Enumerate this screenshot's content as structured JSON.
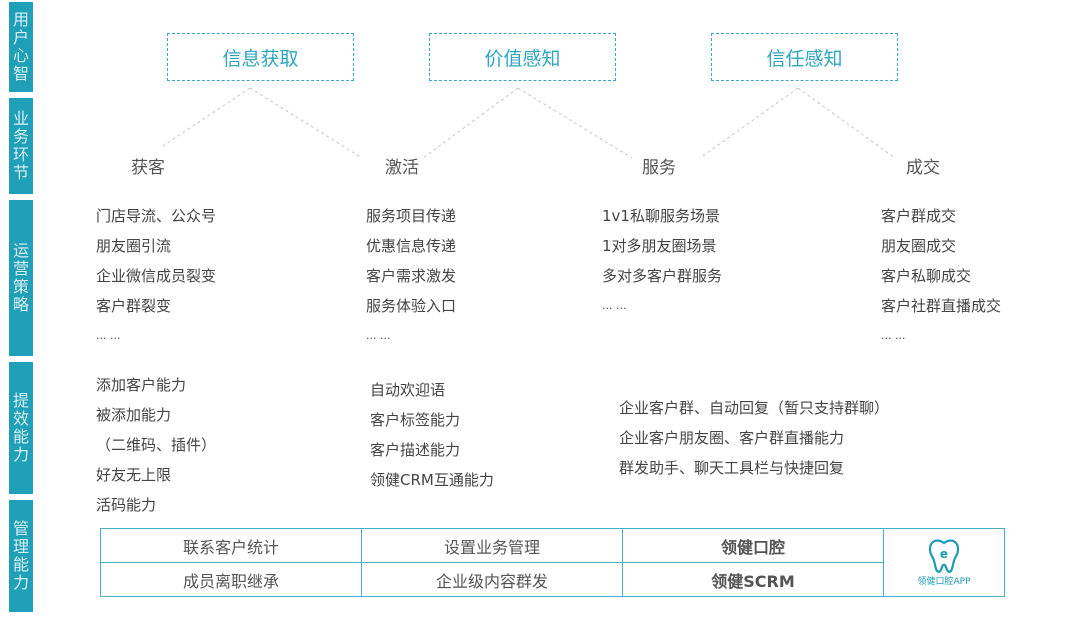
{
  "sidebar": [
    {
      "label": "用户心智"
    },
    {
      "label": "业务环节"
    },
    {
      "label": "运营策略"
    },
    {
      "label": "提效能力"
    },
    {
      "label": "管理能力"
    }
  ],
  "top_boxes": [
    "信息获取",
    "价值感知",
    "信任感知"
  ],
  "stages": [
    "获客",
    "激活",
    "服务",
    "成交"
  ],
  "strategies": [
    [
      "门店导流、公众号",
      "朋友圈引流",
      "企业微信成员裂变",
      "客户群裂变",
      "... ..."
    ],
    [
      "服务项目传递",
      "优惠信息传递",
      "客户需求激发",
      "服务体验入口",
      "... ..."
    ],
    [
      "1v1私聊服务场景",
      "1对多朋友圈场景",
      "多对多客户群服务",
      "... ..."
    ],
    [
      "客户群成交",
      "朋友圈成交",
      "客户私聊成交",
      "客户社群直播成交",
      "... ..."
    ]
  ],
  "capabilities": [
    [
      "添加客户能力",
      "被添加能力",
      "（二维码、插件）",
      "好友无上限",
      "活码能力"
    ],
    [
      "自动欢迎语",
      "客户标签能力",
      "客户描述能力",
      "领健CRM互通能力"
    ],
    [
      "企业客户群、自动回复（暂只支持群聊）",
      "企业客户朋友圈、客户群直播能力",
      "群发助手、聊天工具栏与快捷回复"
    ]
  ],
  "management": {
    "row1": [
      "联系客户统计",
      "设置业务管理",
      "领健口腔"
    ],
    "row2": [
      "成员离职继承",
      "企业级内容群发",
      "领健SCRM"
    ],
    "logo_text": "领健口腔APP"
  },
  "colors": {
    "accent": "#1f9fb8",
    "border": "#4ab0c6"
  }
}
